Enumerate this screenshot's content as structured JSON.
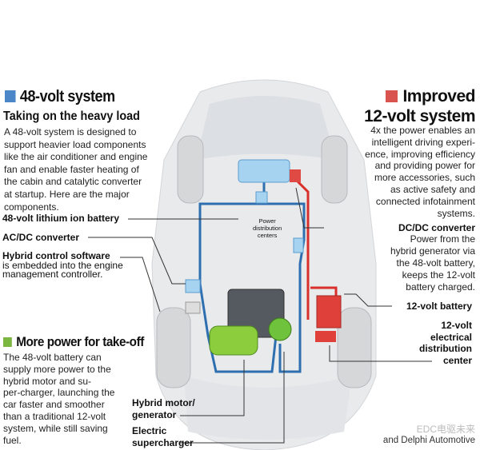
{
  "left": {
    "title": "48-volt system",
    "subtitle": "Taking on the heavy load",
    "body": [
      "A 48-volt system is designed to",
      "support heavier load components",
      "like the air conditioner and engine",
      "fan and enable faster heating of",
      "the cabin and catalytic converter",
      "at startup. Here are the major",
      "components."
    ],
    "labels": {
      "battery": "48-volt lithium ion battery",
      "acdc": "AC/DC converter",
      "software": "Hybrid control software",
      "software_desc": [
        "is embedded into the engine",
        "management controller."
      ]
    },
    "takeoff_title": "More power for take-off",
    "takeoff_body": [
      "The 48-volt battery can",
      "supply more power to the",
      "hybrid motor and su-",
      "per-charger, launching the",
      "car faster and smoother",
      "than a traditional 12-volt",
      "system, while still saving",
      "fuel."
    ]
  },
  "right": {
    "title": [
      "Improved",
      "12-volt system"
    ],
    "body": [
      "4x the power enables an",
      "intelligent driving experi-",
      "ence, improving efficiency",
      "and providing power for",
      "more accessories, such",
      "as active safety and",
      "connected infotainment",
      "systems."
    ],
    "dcdc": "DC/DC converter",
    "dcdc_desc": [
      "Power from the",
      "hybrid generator via",
      "the 48-volt battery,",
      "keeps the 12-volt",
      "battery charged."
    ],
    "battery12": "12-volt battery",
    "distribution": [
      "12-volt",
      "electrical",
      "distribution",
      "center"
    ]
  },
  "center": {
    "power_distribution": [
      "Power",
      "distribution",
      "centers"
    ],
    "motor": [
      "Hybrid motor/",
      "generator"
    ],
    "supercharger": [
      "Electric",
      "supercharger"
    ]
  },
  "credit": {
    "watermark": "EDC电驱未来",
    "line2": "and Delphi Automotive"
  },
  "colors": {
    "blue48": "#4a86c8",
    "red12": "#d9534f",
    "green": "#7ab640"
  }
}
